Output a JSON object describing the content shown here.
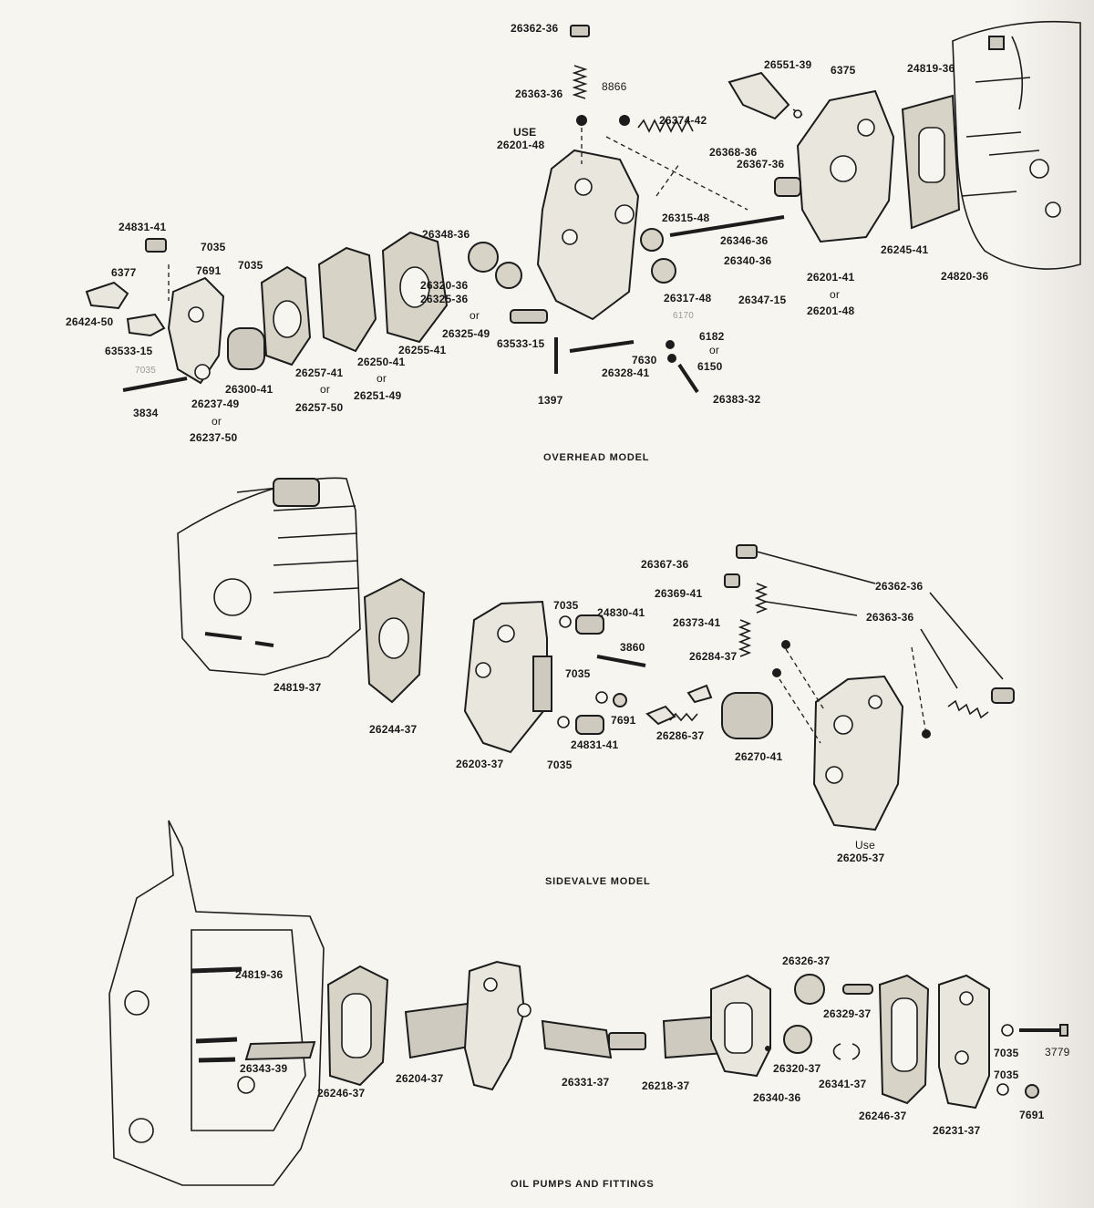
{
  "sections": {
    "overhead": {
      "title": "OVERHEAD MODEL",
      "labels": [
        "26362-36",
        "26363-36",
        "8866",
        "USE",
        "26201-48",
        "26374-42",
        "26551-39",
        "6375",
        "24819-36",
        "26368-36",
        "26367-36",
        "26315-48",
        "26346-36",
        "26340-36",
        "26245-41",
        "26348-36",
        "26320-36",
        "26325-36",
        "or",
        "26325-49",
        "24831-41",
        "7035",
        "7691",
        "6377",
        "26424-50",
        "63533-15",
        "26257-41",
        "26257-50",
        "26250-41",
        "26251-49",
        "26255-41",
        "26300-41",
        "3834",
        "26237-49",
        "26237-50",
        "1397",
        "26328-41",
        "7630",
        "6182",
        "6150",
        "26383-32",
        "6170",
        "26317-48",
        "26347-15",
        "26201-41",
        "24820-36"
      ]
    },
    "sidevalve": {
      "title": "SIDEVALVE MODEL",
      "labels": [
        "26367-36",
        "26362-36",
        "26369-41",
        "26363-36",
        "26373-41",
        "24830-41",
        "3860",
        "26284-37",
        "26286-37",
        "26270-41",
        "24819-37",
        "26244-37",
        "26203-37",
        "24831-41",
        "Use",
        "26205-37"
      ]
    },
    "pumps": {
      "title": "OIL PUMPS AND FITTINGS",
      "labels": [
        "24819-36",
        "26343-39",
        "26246-37",
        "26204-37",
        "26331-37",
        "26218-37",
        "26326-37",
        "26329-37",
        "26320-37",
        "26340-36",
        "26341-37",
        "26231-37",
        "3779"
      ]
    }
  }
}
